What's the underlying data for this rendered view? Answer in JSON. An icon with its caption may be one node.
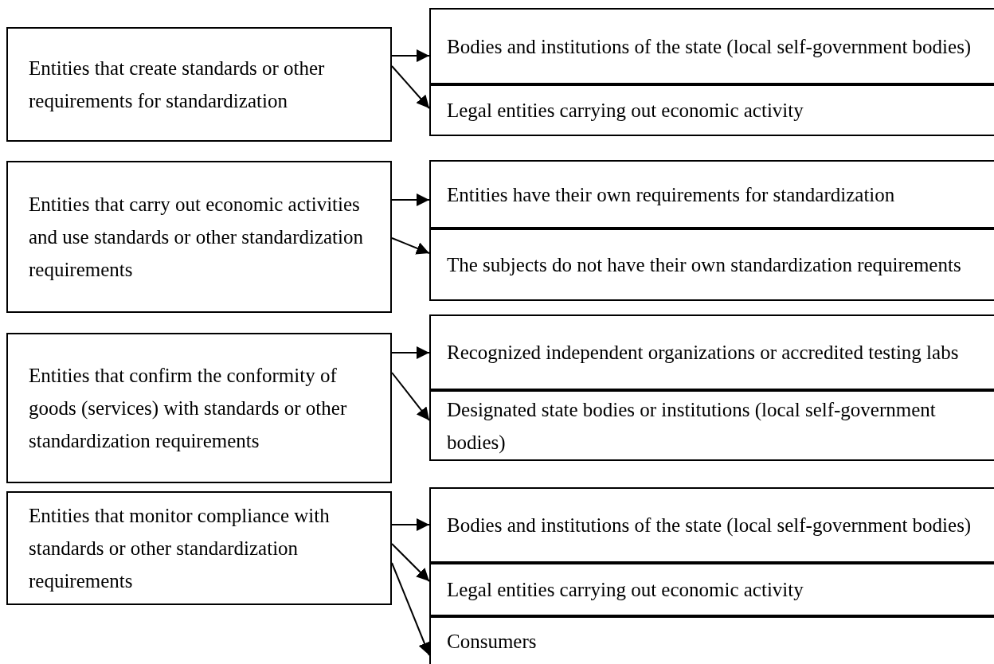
{
  "diagram": {
    "nodes": [
      {
        "text": [
          "Entities that create standards or other requirements for standardization"
        ]
      },
      {
        "text": [
          "Bodies and institutions of the state (local self-government bodies)"
        ]
      },
      {
        "text": [
          "Legal entities carrying out economic activity"
        ]
      },
      {
        "text": [
          "Entities that carry out economic activities and use standards or other standardization requirements"
        ]
      },
      {
        "text": [
          "Entities have their own requirements for standardization"
        ]
      },
      {
        "text": [
          "The subjects do not have their own standardization requirements"
        ]
      },
      {
        "text": [
          "Entities that confirm the conformity of goods (services) with standards or other standardization requirements"
        ]
      },
      {
        "text": [
          "Recognized independent organizations or accredited testing labs"
        ]
      },
      {
        "text": [
          "Designated state bodies or institutions (local self-government bodies)"
        ]
      },
      {
        "text": [
          "Entities that monitor compliance with standards or other standardization requirements"
        ]
      },
      {
        "text": [
          "Bodies and institutions of the state (local self-government bodies)"
        ]
      },
      {
        "text": [
          "Legal entities carrying out economic activity"
        ]
      },
      {
        "text": [
          "Consumers"
        ]
      }
    ],
    "edges": [
      {
        "from": 0,
        "to": 1,
        "arrow": "to"
      },
      {
        "from": 0,
        "to": 2,
        "arrow": "to"
      },
      {
        "from": 3,
        "to": 4,
        "arrow": "to"
      },
      {
        "from": 3,
        "to": 5,
        "arrow": "to"
      },
      {
        "from": 6,
        "to": 7,
        "arrow": "to"
      },
      {
        "from": 6,
        "to": 8,
        "arrow": "to"
      },
      {
        "from": 9,
        "to": 10,
        "arrow": "to"
      },
      {
        "from": 9,
        "to": 11,
        "arrow": "to"
      },
      {
        "from": 9,
        "to": 12,
        "arrow": "to"
      }
    ]
  }
}
